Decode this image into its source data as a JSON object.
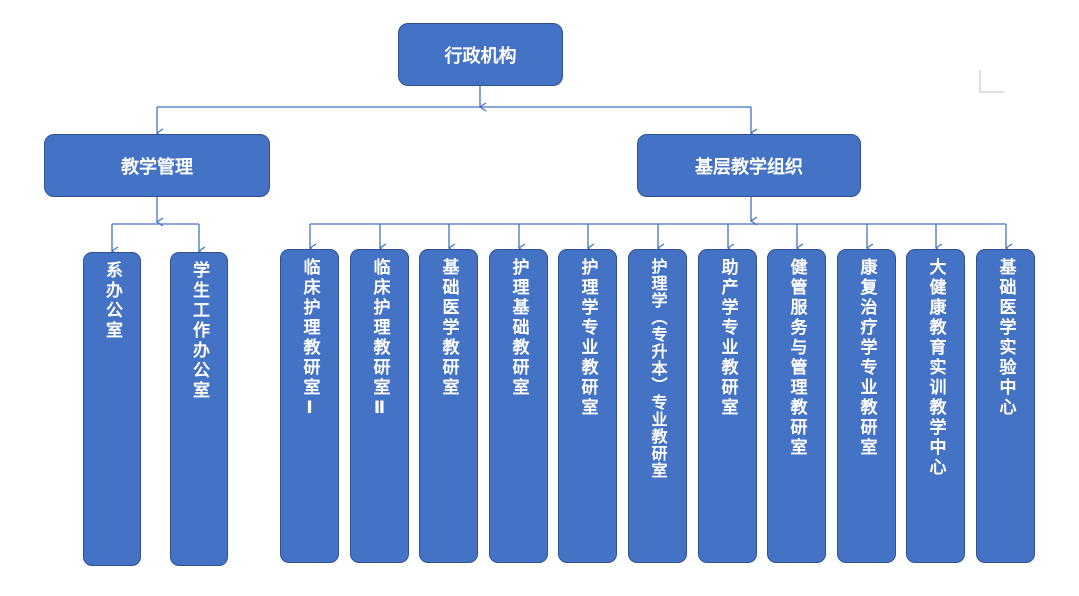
{
  "colors": {
    "node_fill": "#4472c4",
    "node_border": "#2f528f",
    "connector": "#4472c4",
    "text": "#ffffff"
  },
  "root": {
    "label": "行政机构"
  },
  "branches": [
    {
      "label": "教学管理",
      "children": [
        {
          "label": "系办公室"
        },
        {
          "label": "学生工作办公室"
        }
      ]
    },
    {
      "label": "基层教学组织",
      "children": [
        {
          "label": "临床护理教研室Ⅰ"
        },
        {
          "label": "临床护理教研室Ⅱ"
        },
        {
          "label": "基础医学教研室"
        },
        {
          "label": "护理基础教研室"
        },
        {
          "label": "护理学专业教研室"
        },
        {
          "label": "护理学（专升本）专业教研室"
        },
        {
          "label": "助产学专业教研室"
        },
        {
          "label": "健管服务与管理教研室"
        },
        {
          "label": "康复治疗学专业教研室"
        },
        {
          "label": "大健康教育实训教学中心"
        },
        {
          "label": "基础医学实验中心"
        }
      ]
    }
  ]
}
